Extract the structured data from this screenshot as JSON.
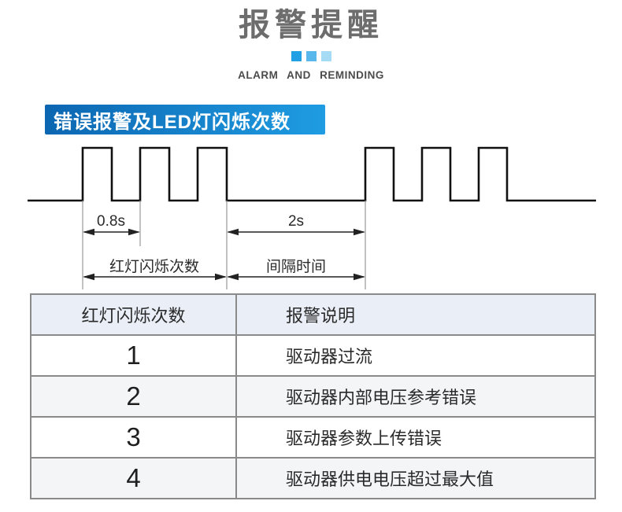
{
  "header": {
    "title": "报警提醒",
    "subtitle": "ALARM AND REMINDING",
    "squares": [
      "#22a0e4",
      "#58b7eb",
      "#a6dbf6"
    ]
  },
  "banner": {
    "label": "错误报警及LED灯闪烁次数",
    "gradient_left": "#0c66b1",
    "gradient_right": "#1f9ce2"
  },
  "waveform": {
    "pulse_period_label": "0.8s",
    "interval_label": "2s",
    "flash_count_label": "红灯闪烁次数",
    "interval_time_label": "间隔时间",
    "groups": 2,
    "pulses_per_group": 3,
    "line_color": "#111111",
    "extension_line_color": "#9a9a9a"
  },
  "table": {
    "headers": [
      "红灯闪烁次数",
      "报警说明"
    ],
    "rows": [
      {
        "count": "1",
        "desc": "驱动器过流"
      },
      {
        "count": "2",
        "desc": "驱动器内部电压参考错误"
      },
      {
        "count": "3",
        "desc": "驱动器参数上传错误"
      },
      {
        "count": "4",
        "desc": "驱动器供电电压超过最大值"
      }
    ],
    "header_bg": "#e9eef7",
    "even_row_bg": "#f4f5f7",
    "border_color": "#8a8a8a"
  }
}
